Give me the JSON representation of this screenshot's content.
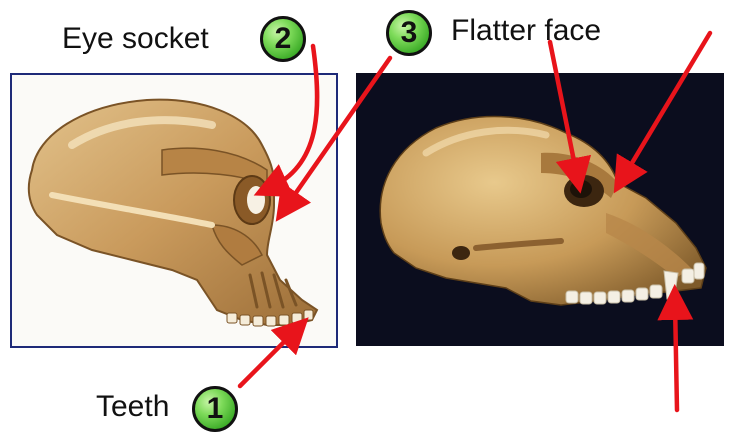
{
  "labels": {
    "eye_socket": "Eye socket",
    "flatter_face": "Flatter face",
    "teeth": "Teeth"
  },
  "badges": {
    "one": "1",
    "two": "2",
    "three": "3"
  },
  "colors": {
    "arrow": "#e8141b",
    "badge_green": "#3fae2a",
    "frame_blue": "#1e2a78",
    "photo_background": "#0b0d1e",
    "bone": "#c9a46a"
  }
}
